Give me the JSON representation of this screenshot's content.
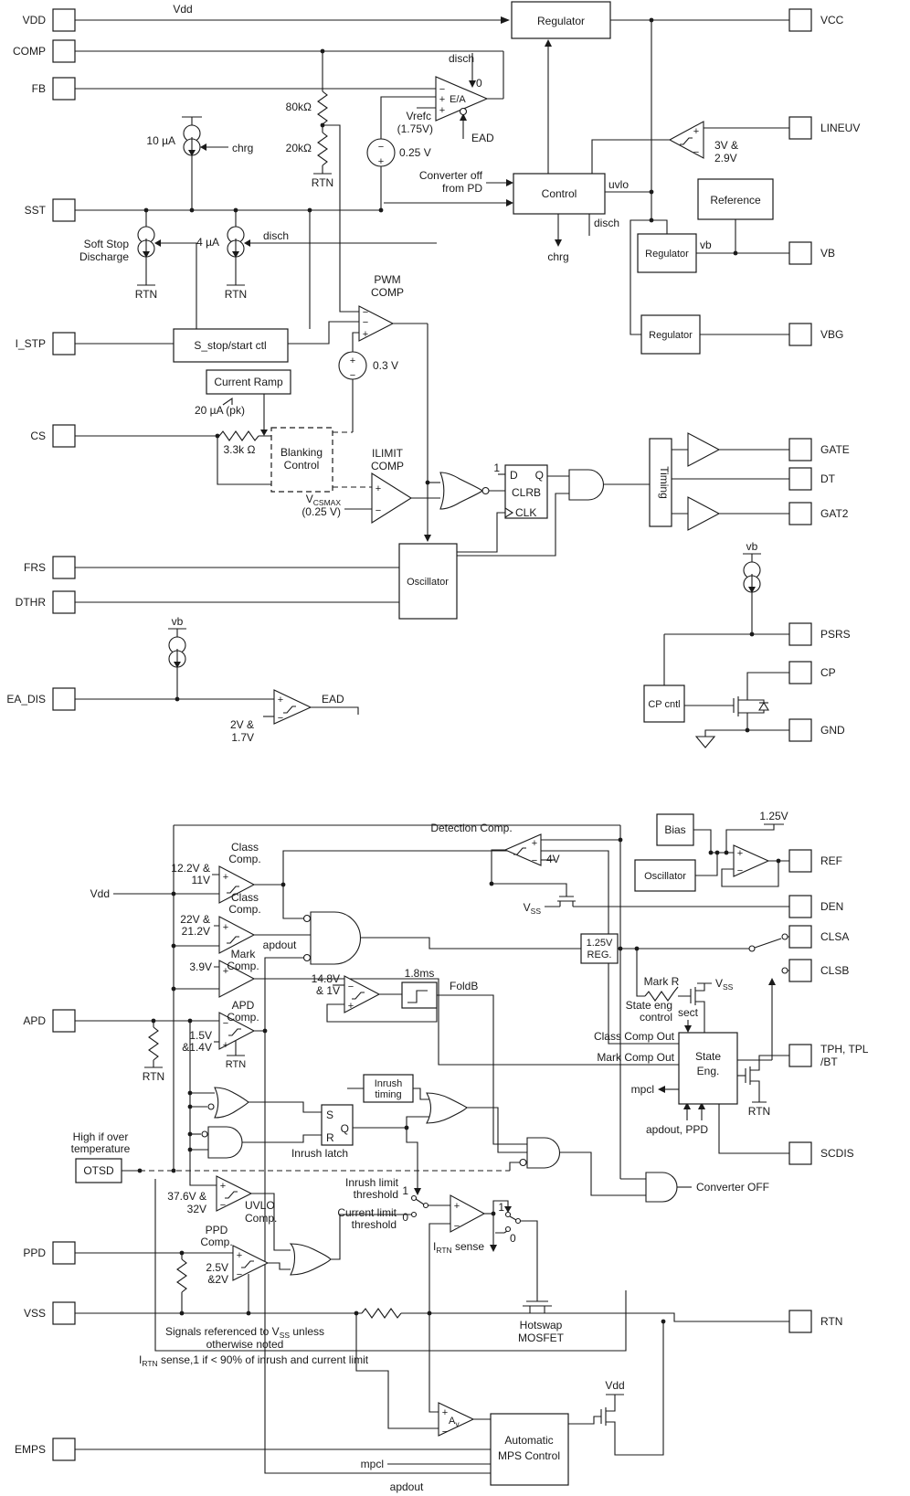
{
  "common": {
    "rtn": "RTN",
    "plus": "+",
    "minus": "−",
    "vb": "vb",
    "vdd": "Vdd",
    "regulator": "Regulator",
    "oscillator": "Oscillator",
    "one": "1",
    "zero": "0",
    "disch": "disch",
    "chrg": "chrg",
    "q": "Q"
  },
  "pins": {
    "left": [
      "VDD",
      "COMP",
      "FB",
      "SST",
      "I_STP",
      "CS",
      "FRS",
      "DTHR",
      "EA_DIS",
      "APD",
      "PPD",
      "VSS",
      "EMPS"
    ],
    "right": [
      "VCC",
      "LINEUV",
      "VB",
      "VBG",
      "GATE",
      "DT",
      "GAT2",
      "PSRS",
      "CP",
      "GND",
      "REF",
      "DEN",
      "CLSA",
      "CLSB",
      "SCDIS",
      "RTN"
    ]
  },
  "upper": {
    "ea": {
      "name": "E/A",
      "vrefc": "Vrefc",
      "vrefc_val": "(1.75V)",
      "ead": "EAD"
    },
    "divider": {
      "r1": "80kΩ",
      "r2": "20kΩ"
    },
    "src10": "10 µA",
    "src4": "4 µA",
    "src025": "0.25 V",
    "src03": "0.3 V",
    "conv_off1": "Converter off",
    "conv_off2": "from PD",
    "control": "Control",
    "uvlo": "uvlo",
    "lineuv1": "3V &",
    "lineuv2": "2.9V",
    "reference": "Reference",
    "soft_stop1": "Soft Stop",
    "soft_stop2": "Discharge",
    "sstop_ctl": "S_stop/start ctl",
    "pwm1": "PWM",
    "pwm2": "COMP",
    "ramp": "Current Ramp",
    "ramp_val": "20 µA (pk)",
    "r33": "3.3k Ω",
    "blank1": "Blanking",
    "blank2": "Control",
    "ilimit1": "ILIMIT",
    "ilimit2": "COMP",
    "vcsmax_v": "V",
    "vcsmax_sub": "CSMAX",
    "vcsmax_val": "(0.25 V)",
    "ff": {
      "d": "D",
      "clrb": "CLRB",
      "clk": "CLK"
    },
    "timing": "Timing",
    "eadis_th1": "2V &",
    "eadis_th2": "1.7V",
    "cp_cntl": "CP cntl"
  },
  "lower": {
    "detection": "Detection Comp.",
    "det_th": "4V",
    "bias": "Bias",
    "v125": "1.25V",
    "vss_v": "V",
    "vss_sub": "SS",
    "reg1": "1.25V",
    "reg2": "REG.",
    "class1": "Class",
    "class2": "Comp.",
    "cl1_th1": "12.2V &",
    "cl1_th2": "11V",
    "cl2_th1": "22V &",
    "cl2_th2": "21.2V",
    "apdout": "apdout",
    "mark1": "Mark",
    "mark_th": "3.9V",
    "apd1": "APD",
    "apd_th1": "1.5V",
    "apd_th2": "&1.4V",
    "fold_th1": "14.8V",
    "fold_th2": "& 1V",
    "fold_t": "1.8ms",
    "fold": "FoldB",
    "markr": "Mark R",
    "se_ctl1": "State eng",
    "se_ctl2": "control",
    "sect": "sect",
    "se_in1": "Class Comp Out",
    "se_in2": "Mark Comp Out",
    "se1": "State",
    "se2": "Eng.",
    "mpcl": "mpcl",
    "se_inputs": "apdout, PPD",
    "tph1": "TPH, TPL",
    "tph2": "/BT",
    "inrush_t1": "Inrush",
    "inrush_t2": "timing",
    "s": "S",
    "r": "R",
    "latch": "Inrush latch",
    "lim1": "Inrush limit",
    "lim2": "threshold",
    "cur1": "Current limit",
    "cur2": "threshold",
    "otsd_note1": "High if over",
    "otsd_note2": "temperature",
    "otsd": "OTSD",
    "uvlo_th1": "37.6V &",
    "uvlo_th2": "32V",
    "uvlo1": "UVLO",
    "uvlo2": "Comp.",
    "ppd1": "PPD",
    "ppd2": "Comp.",
    "ppd_th1": "2.5V",
    "ppd_th2": "&2V",
    "note1a": "Signals referenced to V",
    "note1sub": "SS",
    "note1b": " unless",
    "note2": "otherwise noted",
    "irtn_a": "I",
    "irtn_sub": "RTN",
    "irtn_b": " sense",
    "irtn_note_b": " sense,1 if < 90% of inrush and current limit",
    "hot1": "Hotswap",
    "hot2": "MOSFET",
    "convoff": "Converter OFF",
    "av_a": "A",
    "av_sub": "v",
    "mps1": "Automatic",
    "mps2": "MPS Control"
  }
}
